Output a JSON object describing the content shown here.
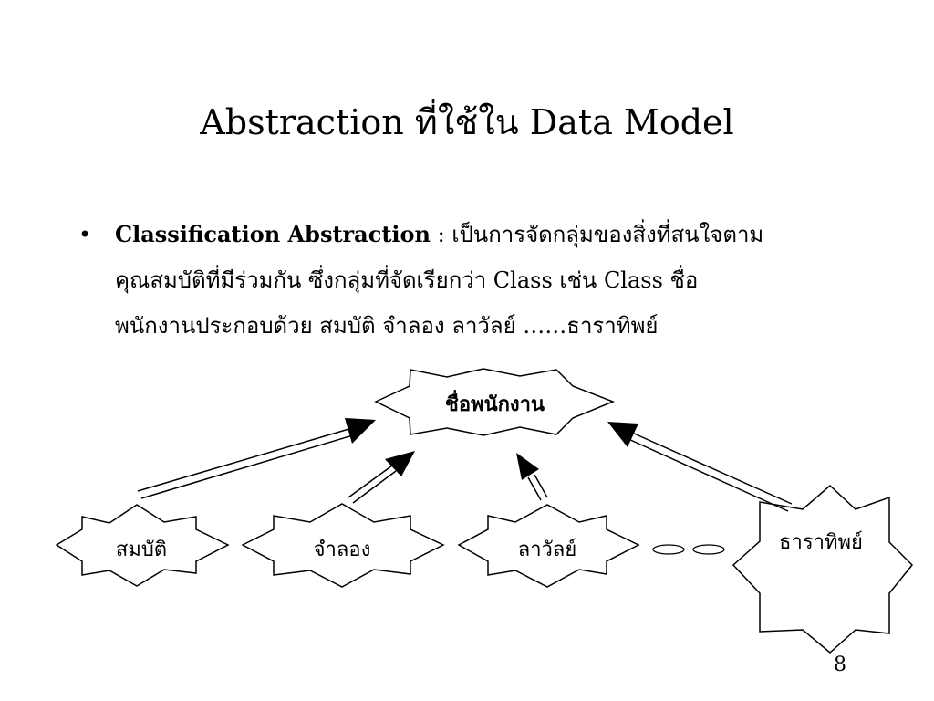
{
  "slide": {
    "title": "Abstraction ที่ใช้ใน Data Model",
    "bullet": {
      "marker": "•",
      "term": "Classification Abstraction",
      "line1_rest": " : เป็นการจัดกลุ่มของสิ่งที่สนใจตาม",
      "line2": "คุณสมบัติที่มีร่วมกัน ซึ่งกลุ่มที่จัดเรียกว่า Class เช่น Class ชื่อ",
      "line3": "พนักงานประกอบด้วย สมบัติ จำลอง ลาวัลย์ ……ธาราทิพย์"
    },
    "diagram": {
      "class_label": "ชื่อพนักงาน",
      "instances": [
        "สมบัติ",
        "จำลอง",
        "ลาวัลย์",
        "ธาราทิพย์"
      ]
    },
    "page_number": "8"
  }
}
